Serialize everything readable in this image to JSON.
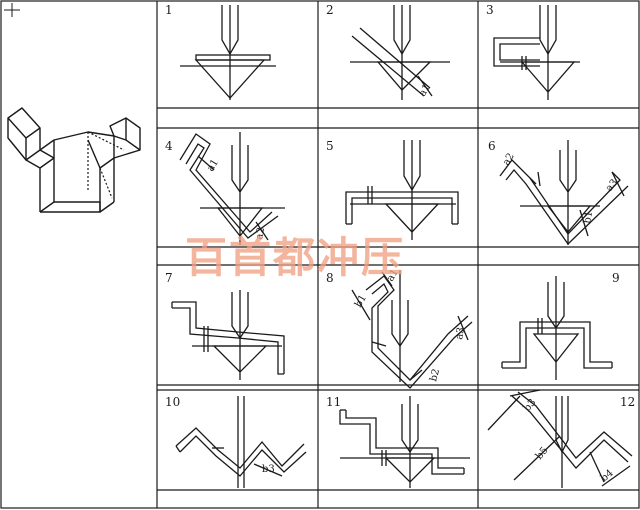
{
  "panels": [
    {
      "id": "1",
      "label": "1"
    },
    {
      "id": "2",
      "label": "2",
      "dims": [
        "a1"
      ]
    },
    {
      "id": "3",
      "label": "3"
    },
    {
      "id": "4",
      "label": "4",
      "dims": [
        "a1",
        "a2"
      ]
    },
    {
      "id": "5",
      "label": "5"
    },
    {
      "id": "6",
      "label": "6",
      "dims": [
        "a2",
        "a3",
        "b1"
      ]
    },
    {
      "id": "7",
      "label": "7"
    },
    {
      "id": "8",
      "label": "8",
      "dims": [
        "a1",
        "b1",
        "a3",
        "b2"
      ]
    },
    {
      "id": "9",
      "label": "9"
    },
    {
      "id": "10",
      "label": "10",
      "dims": [
        "b3"
      ]
    },
    {
      "id": "11",
      "label": "11"
    },
    {
      "id": "12",
      "label": "12",
      "dims": [
        "b3",
        "b5",
        "b4"
      ]
    }
  ],
  "watermark": "百首都冲压",
  "colors": {
    "line": "#1a1a1a",
    "watermark": "#f2a184"
  }
}
